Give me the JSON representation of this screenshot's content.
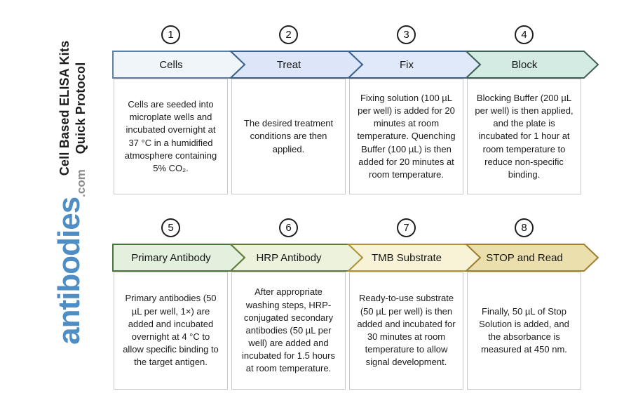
{
  "sidebar": {
    "title_line1": "Cell Based ELISA Kits",
    "title_line2": "Quick Protocol",
    "logo_main": "antibodies",
    "logo_suffix": ".com",
    "logo_main_color": "#4e8ec5",
    "logo_suffix_color": "#8c8c8c"
  },
  "steps": [
    {
      "number": "1",
      "label": "Cells",
      "description": "Cells are seeded into microplate wells and incubated overnight at 37 °C in a humidified atmosphere containing 5% CO₂.",
      "fill": "#f0f5fa",
      "stroke": "#5b81a8"
    },
    {
      "number": "2",
      "label": "Treat",
      "description": "The desired treatment conditions are then applied.",
      "fill": "#dce6f8",
      "stroke": "#3b628f"
    },
    {
      "number": "3",
      "label": "Fix",
      "description": "Fixing solution (100 µL per well) is added for 20 minutes at room temperature. Quenching Buffer (100 µL) is then added for 20 minutes at room temperature.",
      "fill": "#dfe9f9",
      "stroke": "#3b628f"
    },
    {
      "number": "4",
      "label": "Block",
      "description": "Blocking Buffer (200 µL per well) is then applied, and the plate is incubated for 1 hour at room temperature to reduce non-specific binding.",
      "fill": "#d3ebe2",
      "stroke": "#3f5f58"
    },
    {
      "number": "5",
      "label": "Primary Antibody",
      "description": "Primary antibodies (50 µL per well, 1×) are added and incubated overnight at 4 °C to allow specific binding to the target antigen.",
      "fill": "#e3f0de",
      "stroke": "#4a7340"
    },
    {
      "number": "6",
      "label": "HRP Antibody",
      "description": "After appropriate washing steps, HRP-conjugated secondary antibodies (50 µL per well) are added and incubated for 1.5 hours at room temperature.",
      "fill": "#edf2dc",
      "stroke": "#5e7c38"
    },
    {
      "number": "7",
      "label": "TMB Substrate",
      "description": "Ready-to-use substrate (50 µL per well) is then added and incubated for 30 minutes at room temperature to allow signal development.",
      "fill": "#f8f3d7",
      "stroke": "#b29339"
    },
    {
      "number": "8",
      "label": "STOP and Read",
      "description": "Finally, 50 µL of Stop Solution is added, and the absorbance is measured at 450 nm.",
      "fill": "#ecdfae",
      "stroke": "#9c7f33"
    }
  ]
}
